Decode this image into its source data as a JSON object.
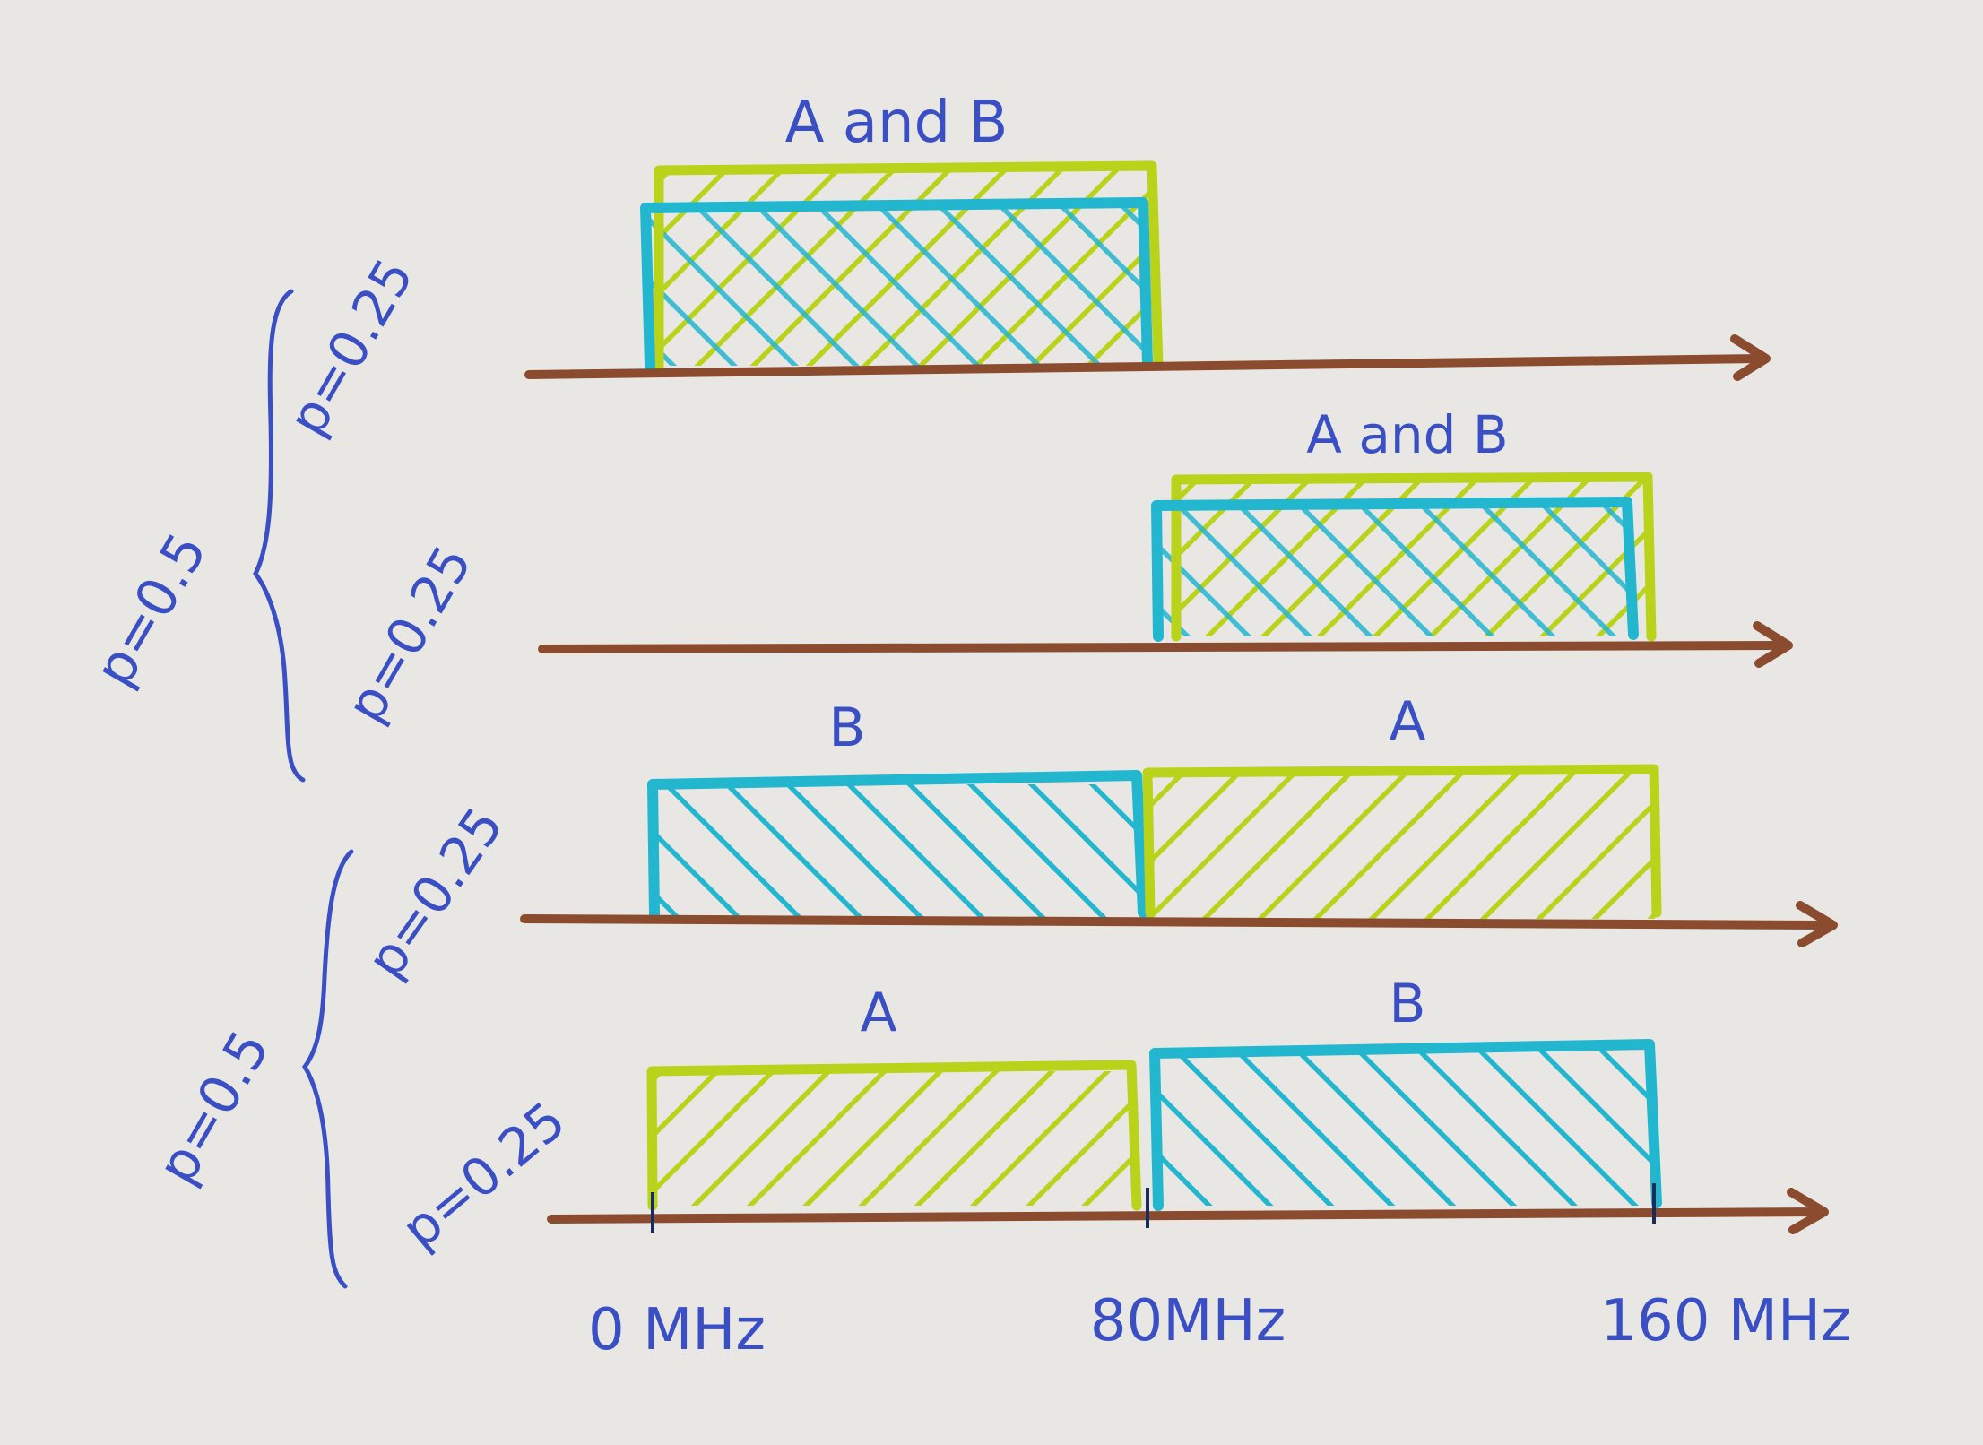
{
  "colors": {
    "paper": "#e9e7e4",
    "axis": "#8a4b2e",
    "ink": "#3a4fc4",
    "blue": "#22b6cf",
    "green": "#b9d21a"
  },
  "rows": [
    {
      "probability": "p=0.25",
      "label": "A and B",
      "allocation": "A and B share 0–80 MHz",
      "blocks": [
        "A+B",
        ""
      ]
    },
    {
      "probability": "p=0.25",
      "label": "A and B",
      "allocation": "A and B share 80–160 MHz",
      "blocks": [
        "",
        "A+B"
      ]
    },
    {
      "probability": "p=0.25",
      "label_left": "B",
      "label_right": "A",
      "allocation": "B on 0–80 MHz, A on 80–160 MHz",
      "blocks": [
        "B",
        "A"
      ]
    },
    {
      "probability": "p=0.25",
      "label_left": "A",
      "label_right": "B",
      "allocation": "A on 0–80 MHz, B on 80–160 MHz",
      "blocks": [
        "A",
        "B"
      ]
    }
  ],
  "groups": [
    {
      "probability": "p=0.5",
      "rows": [
        0,
        1
      ]
    },
    {
      "probability": "p=0.5",
      "rows": [
        2,
        3
      ]
    }
  ],
  "axis_labels": [
    "0 MHz",
    "80MHz",
    "160 MHz"
  ]
}
